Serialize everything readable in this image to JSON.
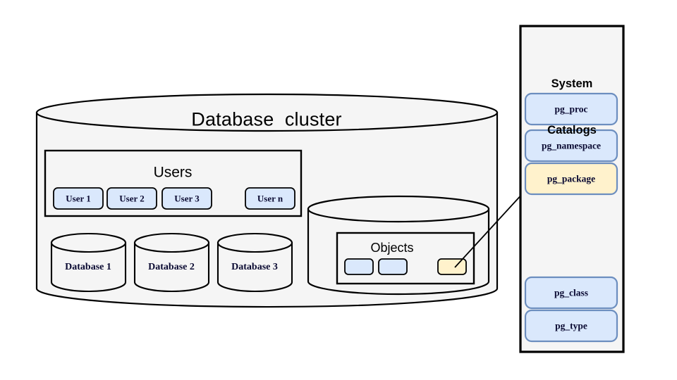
{
  "colors": {
    "page_background": "#ffffff",
    "shape_fill": "#f5f5f5",
    "shape_stroke": "#000000",
    "blue_fill": "#dae8fc",
    "blue_stroke": "#6c8ebf",
    "yellow_fill": "#fff2cc",
    "yellow_stroke": "#6c8ebf",
    "label_navy": "#0a0a32",
    "arrow_stroke": "#000000"
  },
  "cluster": {
    "title": "Database  cluster",
    "users_group": {
      "title": "Users",
      "items": [
        {
          "label": "User 1"
        },
        {
          "label": "User 2"
        },
        {
          "label": "User 3"
        },
        {
          "label": "User n"
        }
      ]
    },
    "databases": [
      {
        "label": "Database 1"
      },
      {
        "label": "Database 2"
      },
      {
        "label": "Database 3"
      }
    ],
    "objects_cylinder": {
      "title": "Objects",
      "items": [
        {
          "label": "",
          "kind": "blue"
        },
        {
          "label": "",
          "kind": "blue"
        },
        {
          "label": "",
          "kind": "yellow"
        }
      ]
    }
  },
  "system_catalogs": {
    "title_line_1": "System",
    "title_line_2": "Catalogs",
    "items": [
      {
        "label": "pg_proc",
        "kind": "blue"
      },
      {
        "label": "pg_namespace",
        "kind": "blue"
      },
      {
        "label": "pg_package",
        "kind": "yellow"
      },
      {
        "label": "pg_class",
        "kind": "blue"
      },
      {
        "label": "pg_type",
        "kind": "blue"
      }
    ]
  },
  "connection": {
    "from": "objects-item-yellow",
    "to": "catalog-item-pg_package"
  }
}
